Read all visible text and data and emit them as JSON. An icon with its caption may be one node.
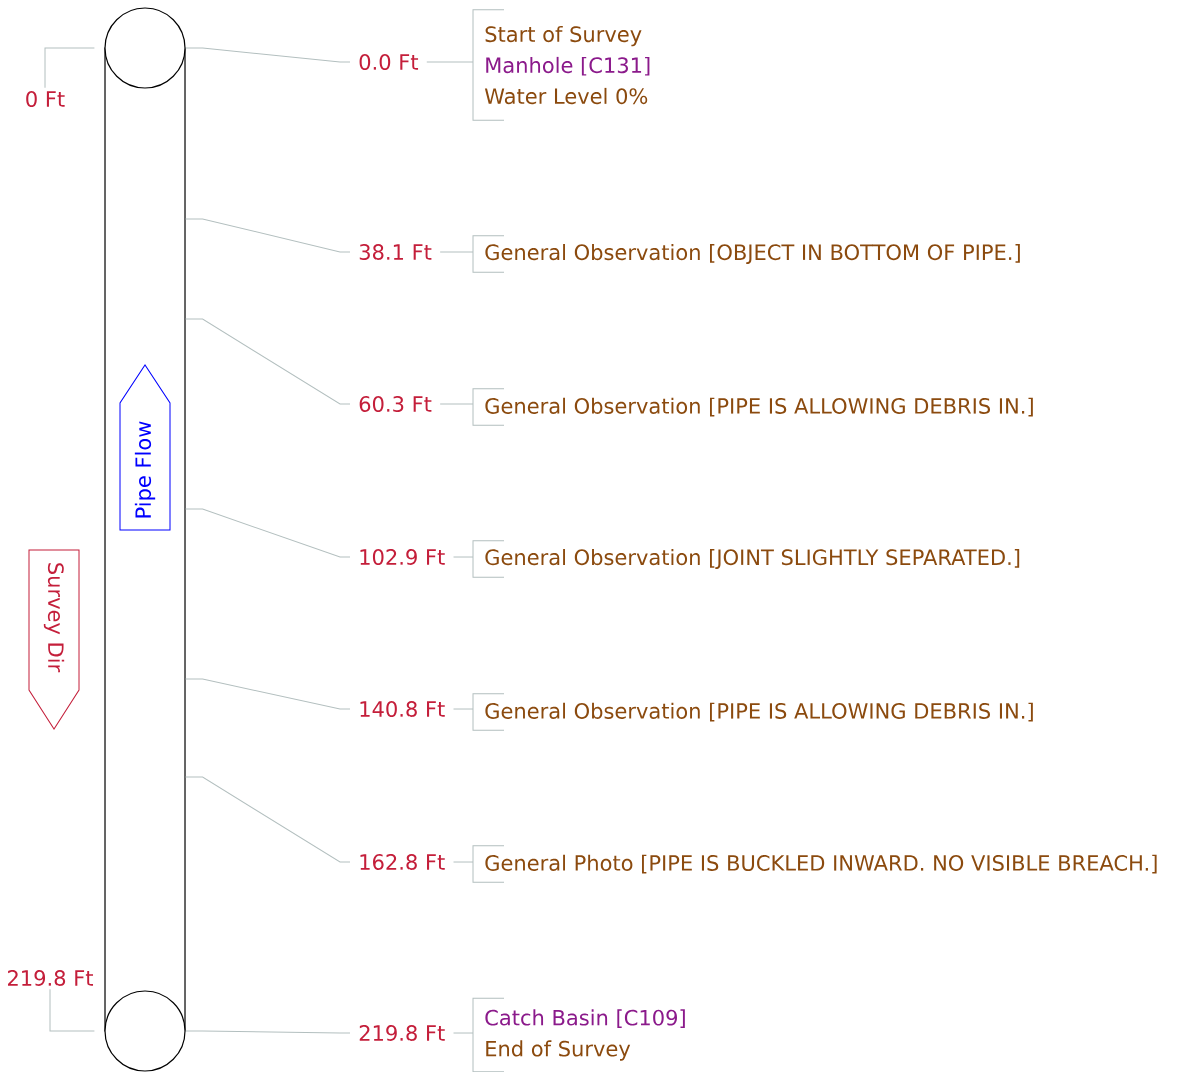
{
  "diagram": {
    "nodes": [
      {
        "text": [
          "0 Ft"
        ]
      },
      {
        "text": [],
        "shape": "circle"
      },
      {
        "text": [],
        "shape": "box"
      },
      {
        "text": [
          "Pipe Flow"
        ],
        "in": 2
      },
      {
        "text": [
          "Survey Dir"
        ]
      },
      {
        "text": [
          "219.8 Ft"
        ]
      },
      {
        "text": [],
        "shape": "circle"
      },
      {
        "text": [
          "0.0 Ft"
        ]
      },
      {
        "text": [
          "38.1 Ft"
        ]
      },
      {
        "text": [
          "60.3 Ft"
        ]
      },
      {
        "text": [
          "102.9 Ft"
        ]
      },
      {
        "text": [
          "140.8 Ft"
        ]
      },
      {
        "text": [
          "162.8 Ft"
        ]
      },
      {
        "text": [
          "219.8 Ft"
        ]
      },
      {
        "text": [
          "Start of Survey",
          "Manhole [C131]",
          "Water Level 0%"
        ]
      },
      {
        "text": [
          "General Observation [OBJECT IN BOTTOM OF PIPE.]"
        ]
      },
      {
        "text": [
          "General Observation [PIPE IS ALLOWING DEBRIS IN.]"
        ]
      },
      {
        "text": [
          "General Observation [JOINT SLIGHTLY SEPARATED.]"
        ]
      },
      {
        "text": [
          "General Observation [PIPE IS ALLOWING DEBRIS IN.]"
        ]
      },
      {
        "text": [
          "General Photo [PIPE IS BUCKLED INWARD. NO VISIBLE BREACH.]"
        ]
      },
      {
        "text": [
          "Catch Basin [C109]",
          "End of Survey"
        ]
      }
    ],
    "edges": [
      {
        "from": 1,
        "to": 7,
        "arrow": "none"
      },
      {
        "from": 2,
        "to": 8,
        "arrow": "none"
      },
      {
        "from": 2,
        "to": 9,
        "arrow": "none"
      },
      {
        "from": 2,
        "to": 10,
        "arrow": "none"
      },
      {
        "from": 2,
        "to": 11,
        "arrow": "none"
      },
      {
        "from": 2,
        "to": 12,
        "arrow": "none"
      },
      {
        "from": 6,
        "to": 13,
        "arrow": "none"
      },
      {
        "from": 7,
        "to": 14,
        "arrow": "none"
      },
      {
        "from": 8,
        "to": 15,
        "arrow": "none"
      },
      {
        "from": 9,
        "to": 16,
        "arrow": "none"
      },
      {
        "from": 10,
        "to": 17,
        "arrow": "none"
      },
      {
        "from": 11,
        "to": 18,
        "arrow": "none"
      },
      {
        "from": 12,
        "to": 19,
        "arrow": "none"
      },
      {
        "from": 13,
        "to": 20,
        "arrow": "none"
      },
      {
        "from": 0,
        "to": 1,
        "arrow": "none"
      },
      {
        "from": 5,
        "to": 6,
        "arrow": "none"
      }
    ]
  }
}
